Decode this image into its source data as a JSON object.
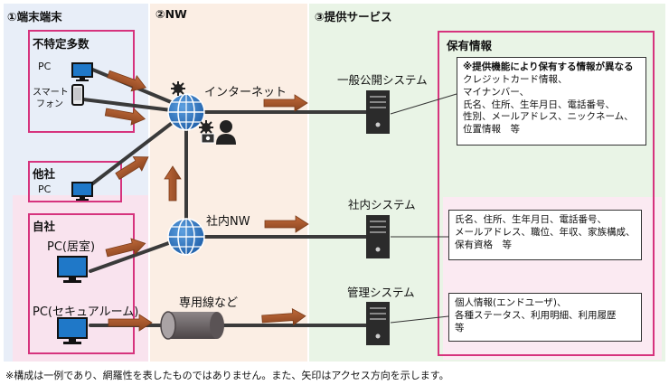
{
  "sections": {
    "terminal": "①端末端末",
    "nw": "②NW",
    "service": "③提供サービス"
  },
  "groups": {
    "unspecified": "不特定多数",
    "other_company": "他社",
    "own_company": "自社",
    "holding_info": "保有情報"
  },
  "devices": {
    "pc": "PC",
    "smartphone_line1": "スマート",
    "smartphone_line2": "フォン",
    "other_pc": "PC",
    "pc_home": "PC(居室)",
    "pc_secure": "PC(セキュアルーム)"
  },
  "network": {
    "internet": "インターネット",
    "internal_nw": "社内NW",
    "leased_line": "専用線など"
  },
  "services": {
    "public": "一般公開システム",
    "internal": "社内システム",
    "management": "管理システム"
  },
  "info_public": {
    "note": "※提供機能により保有する情報が異なる",
    "lines": [
      "クレジットカード情報、",
      "マイナンバー、",
      "氏名、住所、生年月日、電話番号、",
      "性別、メールアドレス、ニックネーム、",
      "位置情報　等"
    ]
  },
  "info_internal": {
    "lines": [
      "氏名、住所、生年月日、電話番号、",
      "メールアドレス、職位、年収、家族構成、",
      "保有資格　等"
    ]
  },
  "info_management": {
    "lines": [
      "個人情報(エンドユーザ)、",
      "各種ステータス、利用明細、利用履歴",
      "等"
    ]
  },
  "footnote": "※構成は一例であり、網羅性を表したものではありません。また、矢印はアクセス方向を示します。",
  "colors": {
    "terminal_bg": "#e8eef8",
    "nw_bg": "#fbeee4",
    "service_bg": "#e9f4e6",
    "own_bg": "#f9e3ee",
    "border_pink": "#d6337d",
    "arrow_fill": "#a0522d",
    "line": "#3a3a3a"
  }
}
